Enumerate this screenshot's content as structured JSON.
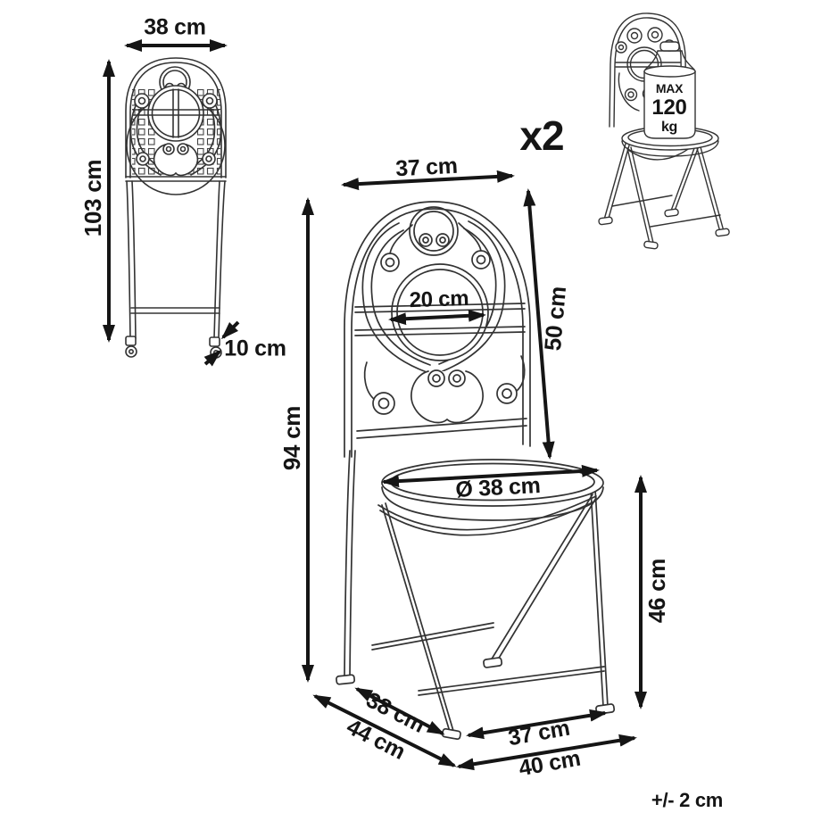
{
  "diagram": {
    "quantity": "x2",
    "tolerance": "+/- 2 cm",
    "max_load": {
      "line1": "MAX",
      "line2": "120",
      "line3": "kg"
    },
    "folded_view": {
      "width": "38 cm",
      "height": "103 cm",
      "depth": "10 cm"
    },
    "main_view": {
      "backrest_width": "37 cm",
      "total_height": "94 cm",
      "backrest_height": "50 cm",
      "backrest_circle_diameter": "20 cm",
      "seat_diameter": "Ø 38 cm",
      "seat_height": "46 cm",
      "foot_depth": "38 cm",
      "total_depth": "44 cm",
      "foot_width": "37 cm",
      "total_width": "40 cm"
    },
    "colors": {
      "line_art": "#333333",
      "arrows_text": "#151515",
      "background": "#ffffff"
    }
  }
}
